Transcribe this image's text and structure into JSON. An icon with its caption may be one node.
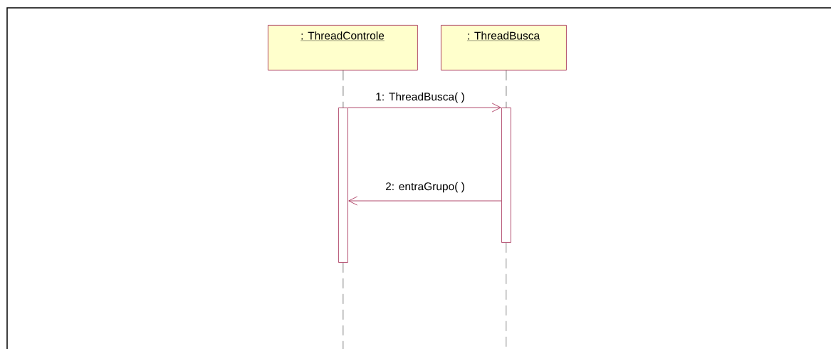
{
  "diagram": {
    "nodes": [
      {
        "text": [
          ": ThreadControle"
        ]
      },
      {
        "text": [
          ": ThreadBusca"
        ]
      },
      {
        "text": [],
        "shape": "bar"
      },
      {
        "text": [],
        "shape": "bar"
      }
    ],
    "edges": [
      {
        "from": 0,
        "to": 2,
        "arrow": "none",
        "style": "dashed"
      },
      {
        "from": 1,
        "to": 3,
        "arrow": "none",
        "style": "dashed"
      },
      {
        "from": 2,
        "to": null,
        "arrow": "none",
        "style": "dashed"
      },
      {
        "from": 3,
        "to": null,
        "arrow": "none",
        "style": "dashed"
      },
      {
        "from": 2,
        "to": 3,
        "arrow": "to",
        "label": "1: ThreadBusca( )",
        "color": "#a0204a"
      },
      {
        "from": 3,
        "to": 2,
        "arrow": "to",
        "label": "2: entraGrupo( )",
        "color": "#a0204a"
      }
    ]
  }
}
